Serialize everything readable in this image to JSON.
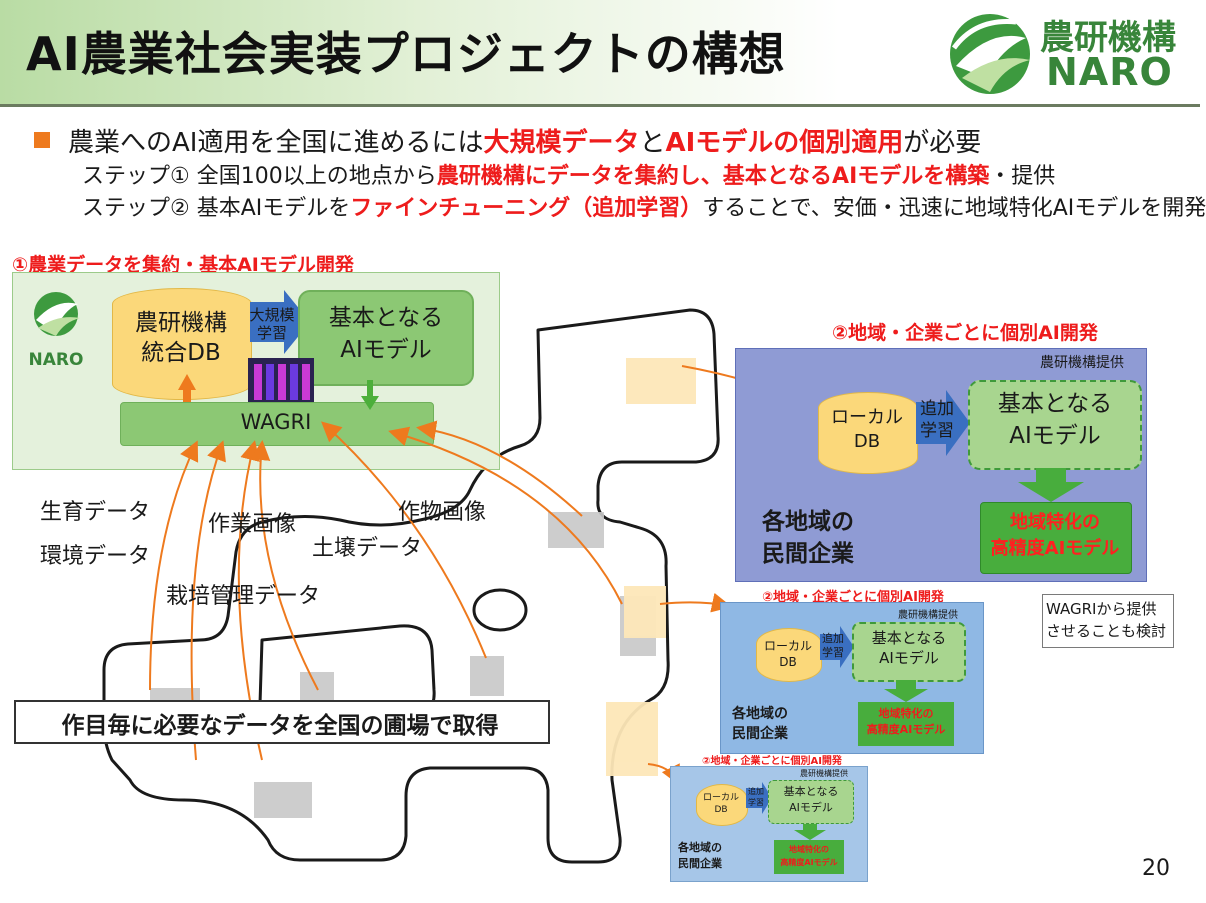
{
  "header": {
    "title": "AI農業社会実装プロジェクトの構想",
    "logo_jp": "農研機構",
    "logo_en": "NARO"
  },
  "intro": {
    "line1": {
      "a": "農業へのAI適用を全国に進めるには",
      "b": "大規模データ",
      "c": "と",
      "d": "AIモデルの個別適用",
      "e": "が必要"
    },
    "step1": {
      "a": "ステップ① 全国100以上の地点から",
      "b": "農研機構にデータを集約し、基本となるAIモデルを構築",
      "c": "・提供"
    },
    "step2": {
      "a": "ステップ② 基本AIモデルを",
      "b": "ファインチューニング（追加学習）",
      "c": "することで、安価・迅速に地域特化AIモデルを開発"
    }
  },
  "section1": {
    "label": "①農業データを集約・基本AIモデル開発",
    "naro_label": "NARO",
    "db_line1": "農研機構",
    "db_line2": "統合DB",
    "arrow_line1": "大規模",
    "arrow_line2": "学習",
    "model_line1": "基本となる",
    "model_line2": "AIモデル",
    "wagri": "WAGRI"
  },
  "data_labels": {
    "growth": "生育データ",
    "environment": "環境データ",
    "work_image": "作業画像",
    "cultivation": "栽培管理データ",
    "soil": "土壌データ",
    "crop_image": "作物画像"
  },
  "section2": {
    "label": "②地域・企業ごとに個別AI開発",
    "provider": "農研機構提供",
    "local_db_line1": "ローカル",
    "local_db_line2": "DB",
    "arrow_line1": "追加",
    "arrow_line2": "学習",
    "model_line1": "基本となる",
    "model_line2": "AIモデル",
    "company_line1": "各地域の",
    "company_line2": "民間企業",
    "local_ai_line1": "地域特化の",
    "local_ai_line2": "高精度AIモデル"
  },
  "wagri_note": {
    "line1": "WAGRIから提供",
    "line2": "させることも検討"
  },
  "caption": "作目毎に必要なデータを全国の圃場で取得",
  "page_number": "20",
  "colors": {
    "accent_red": "#ee1c1c",
    "bullet_orange": "#ee7a1e",
    "naro_green": "#38853a",
    "section2_blue": "#8f9bd4"
  }
}
